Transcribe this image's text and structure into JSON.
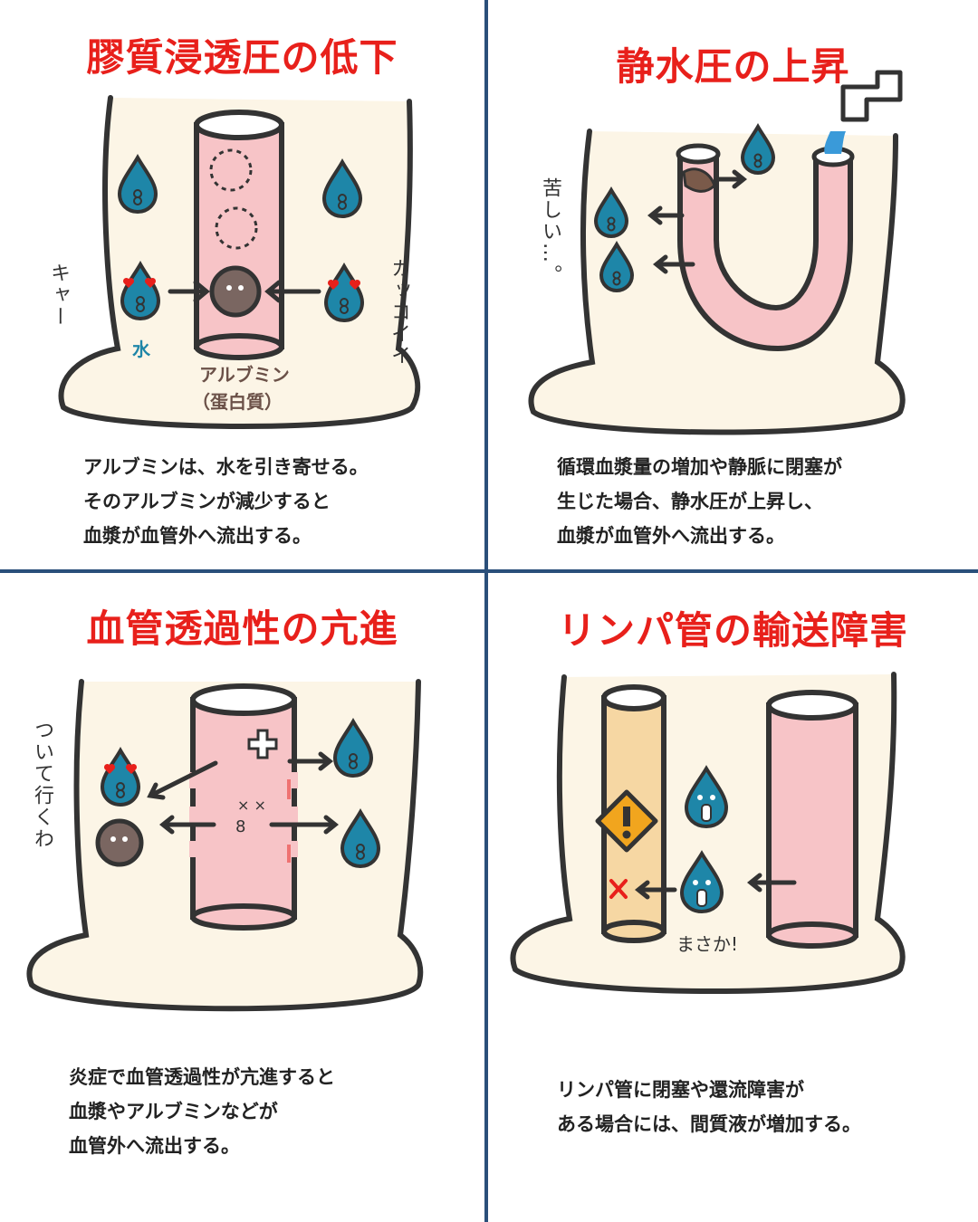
{
  "panels": [
    {
      "title": "膠質浸透圧の低下",
      "caption": "アルブミンは、水を引き寄せる。\nそのアルブミンが減少すると\n血漿が血管外へ流出する。",
      "label_water": "水",
      "label_albumin_1": "アルブミン",
      "label_albumin_2": "（蛋白質）",
      "exclaim_left": "キャー",
      "exclaim_right": "カッコイイ"
    },
    {
      "title": "静水圧の上昇",
      "caption": "循環血漿量の増加や静脈に閉塞が\n生じた場合、静水圧が上昇し、\n血漿が血管外へ流出する。",
      "exclaim": "苦しい…。"
    },
    {
      "title": "血管透過性の亢進",
      "caption": "炎症で血管透過性が亢進すると\n血漿やアルブミンなどが\n血管外へ流出する。",
      "exclaim": "ついて行くわ"
    },
    {
      "title": "リンパ管の輸送障害",
      "caption": "リンパ管に閉塞や還流障害が\nある場合には、間質液が増加する。",
      "exclaim": "まさか!"
    }
  ],
  "colors": {
    "title_red": "#e8201b",
    "divider_blue": "#2a4f7a",
    "tissue_cream": "#fcf5e6",
    "vessel_pink": "#f7c4c7",
    "lymph_yellow": "#f6d7a3",
    "water_blue": "#1e86a8",
    "albumin_brown": "#7a6661"
  }
}
